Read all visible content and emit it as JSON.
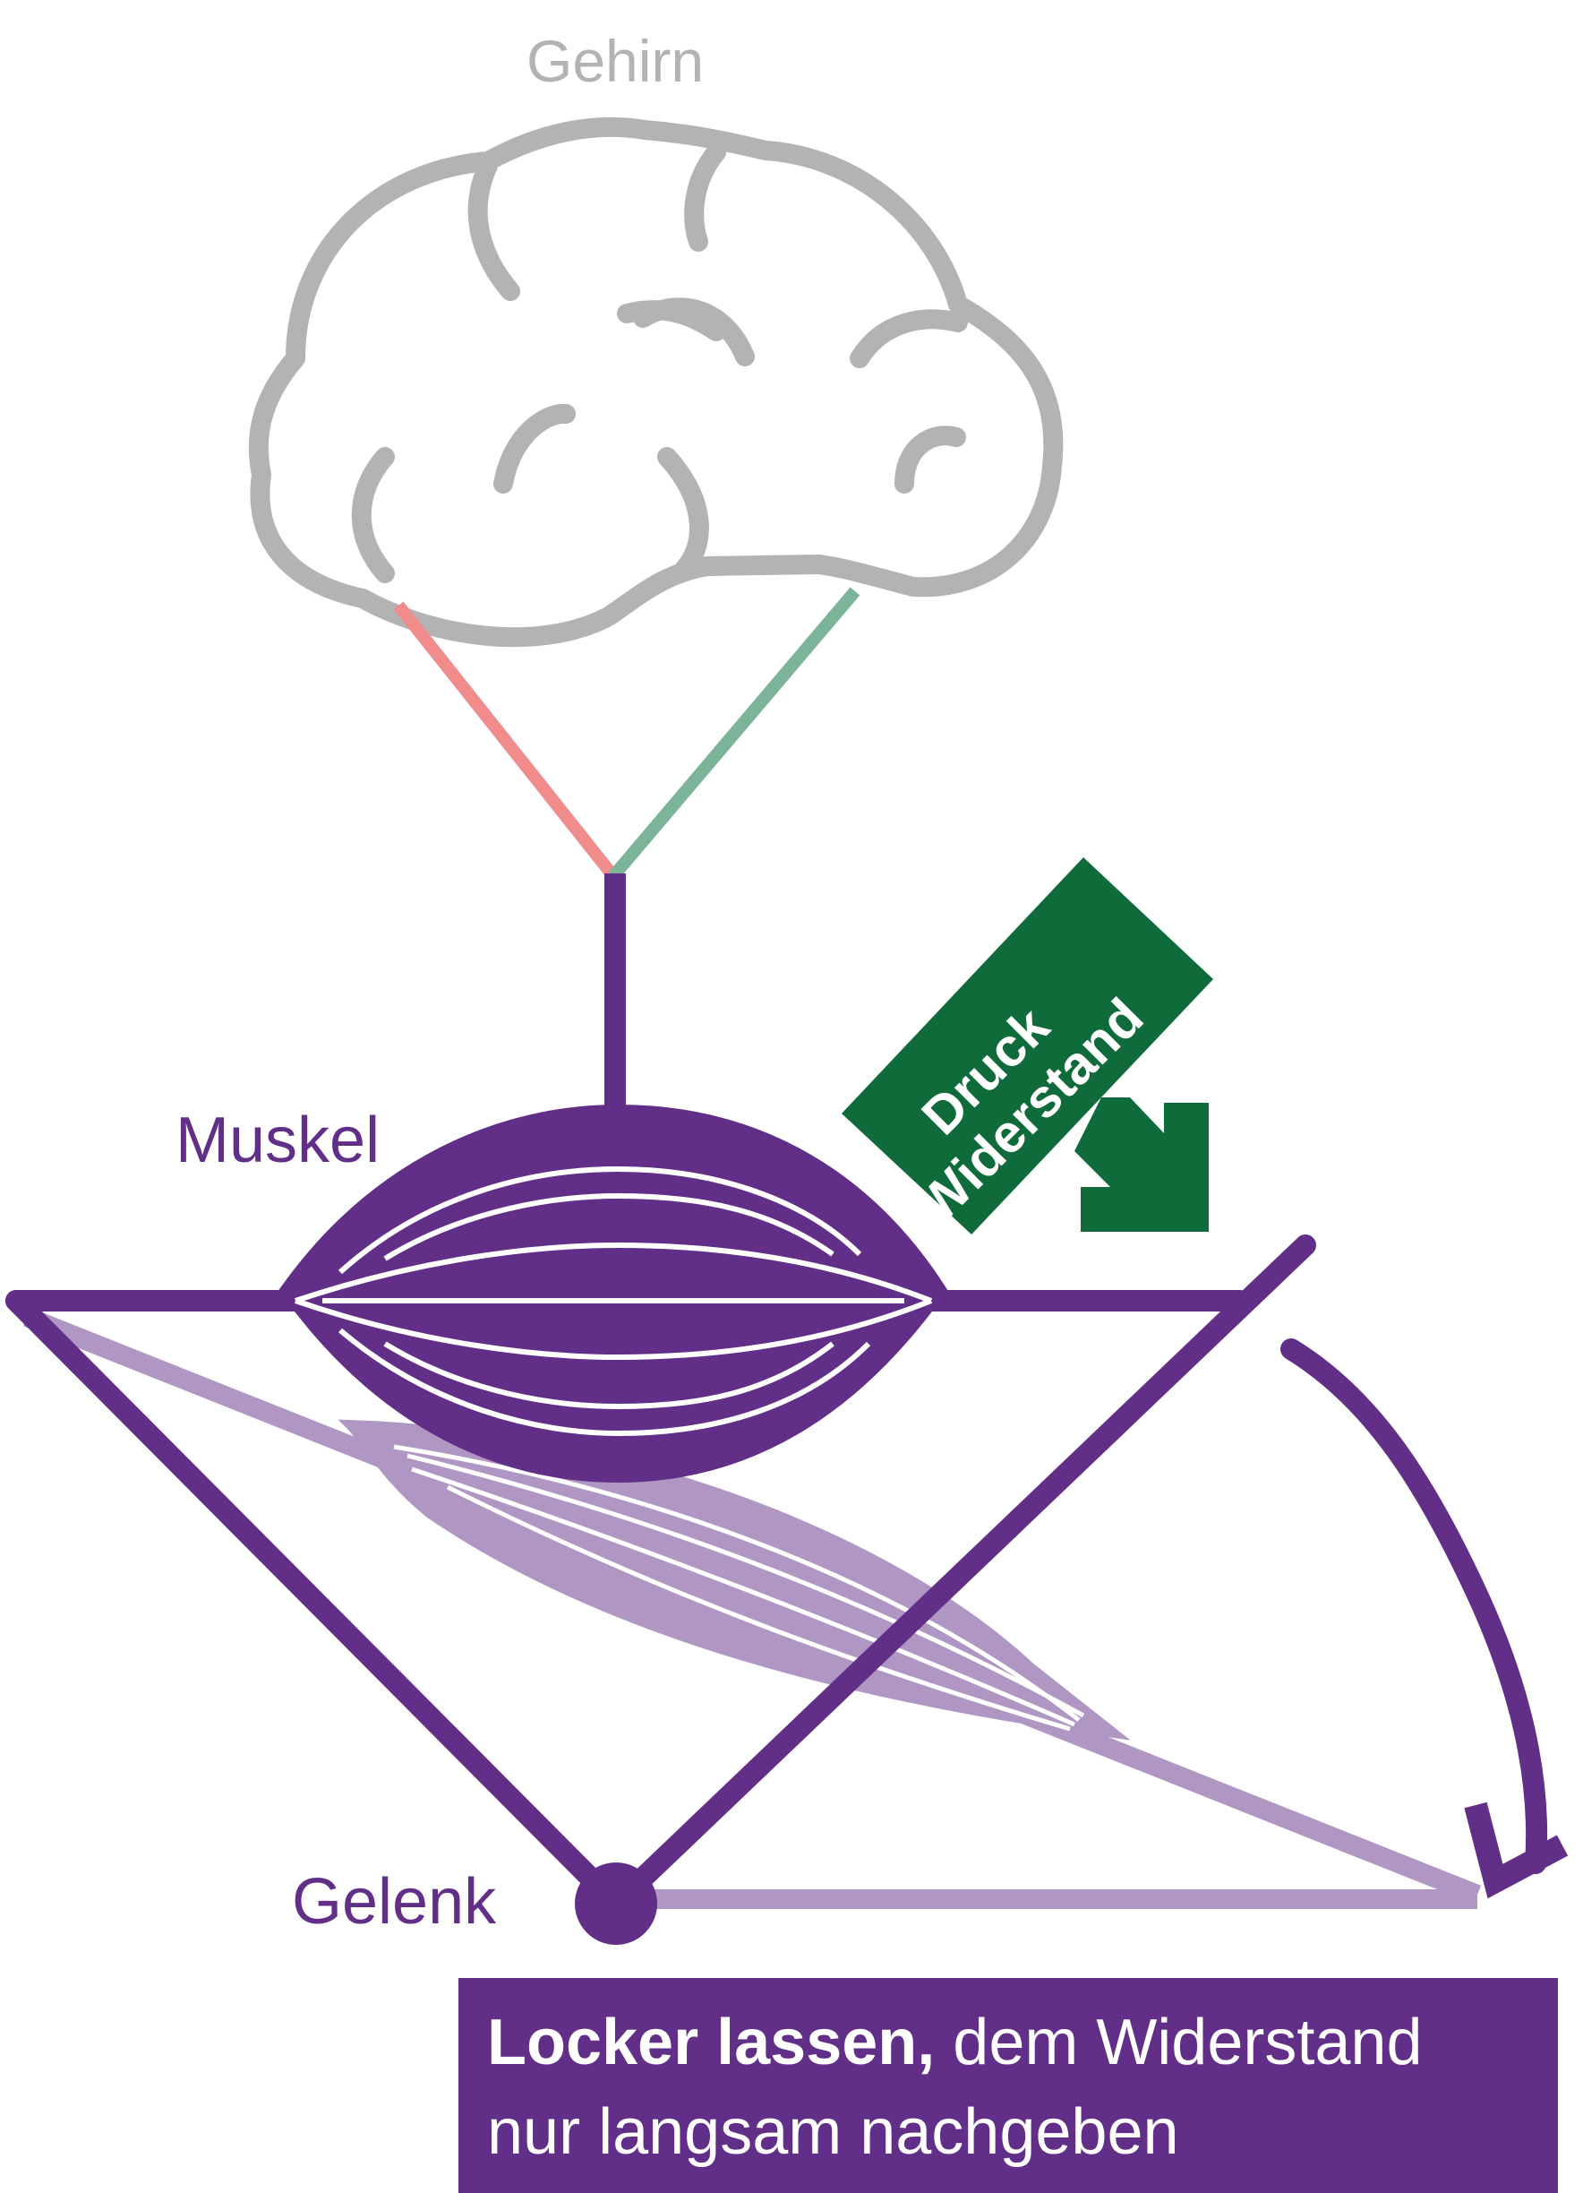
{
  "labels": {
    "brain": "Gehirn",
    "muscle": "Muskel",
    "joint": "Gelenk"
  },
  "sign": {
    "line1": "Druck",
    "line2": "Widerstand"
  },
  "caption": {
    "bold": "Locker lassen,",
    "rest_line1": " dem Widerstand",
    "line2": "nur langsam nachgeben"
  },
  "colors": {
    "purple": "#622f88",
    "purple_light": "#b09ac8",
    "brain_gray": "#b3b3b3",
    "nerve_red": "#f08c8c",
    "nerve_green": "#7cb49a",
    "sign_green": "#0f6b3a"
  }
}
